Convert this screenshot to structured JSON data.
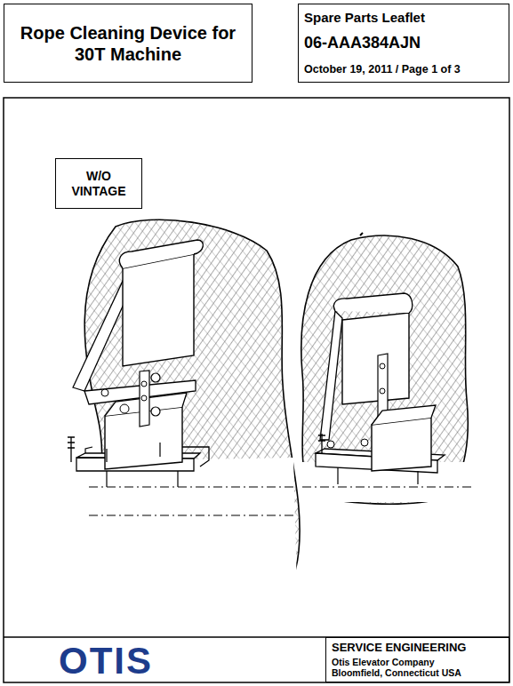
{
  "diagram": {
    "nodes": [
      {
        "text": [
          "Rope Cleaning Device for 30T Machine"
        ]
      },
      {
        "text": [
          "Spare Parts Leaflet",
          "06-AAA384AJN",
          "October 19, 2011 / Page 1 of 3"
        ]
      },
      {
        "text": [
          "W/O VINTAGE"
        ]
      },
      {
        "text": [
          "SERVICE ENGINEERING",
          "Otis Elevator Company Bloomfield, Connecticut USA"
        ]
      }
    ],
    "labels": [
      "OTIS"
    ]
  }
}
